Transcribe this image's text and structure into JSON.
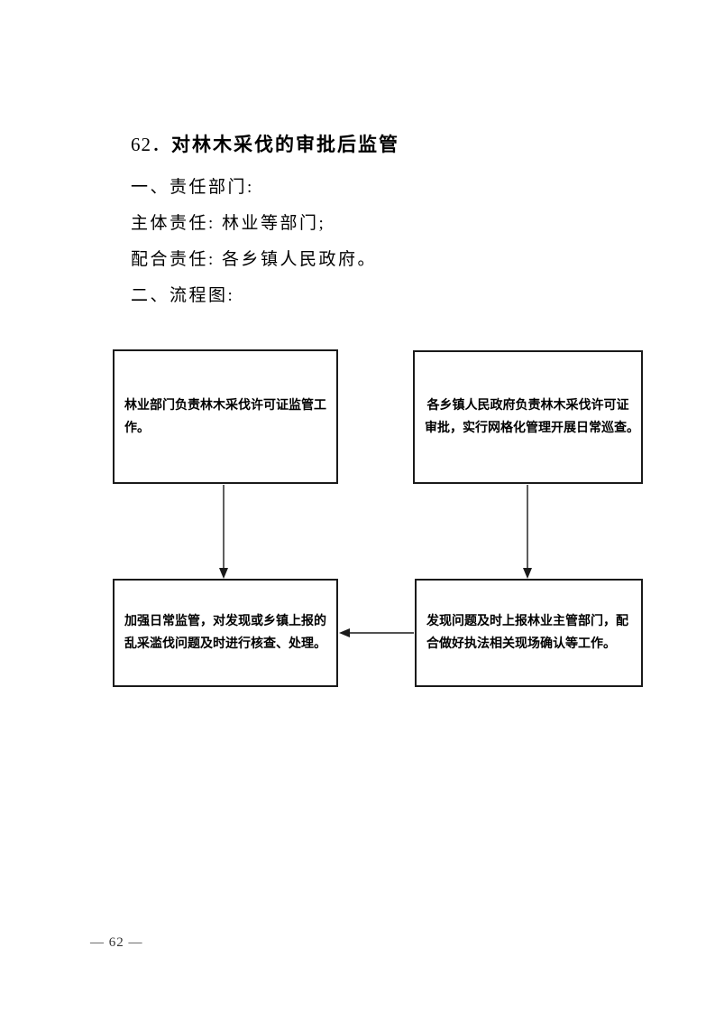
{
  "page": {
    "heading": {
      "number": "62．",
      "title": "对林木采伐的审批后监管"
    },
    "body_lines": [
      "一、责任部门:",
      "主体责任: 林业等部门;",
      "配合责任: 各乡镇人民政府。",
      "二、流程图:"
    ],
    "page_number": "— 62 —"
  },
  "flowchart": {
    "boxes": [
      {
        "name": "forestry-dept-duty",
        "text": "林业部门负责林木采伐许可证监管工作。",
        "lines": [
          "林业部门负责林木采伐许可证监管工",
          "作。"
        ]
      },
      {
        "name": "township-gov-duty",
        "text": "各乡镇人民政府负责林木采伐许可证审批，实行网格化管理开展日常巡查。",
        "lines": [
          "各乡镇人民政府负责林木采伐许可证",
          "审批，实行网格化管理开展日常巡查。"
        ]
      },
      {
        "name": "daily-supervision",
        "text": "加强日常监管，对发现或乡镇上报的乱采滥伐问题及时进行核查、处理。",
        "lines": [
          "加强日常监管，对发现或乡镇上报的",
          "乱采滥伐问题及时进行核查、处理。"
        ]
      },
      {
        "name": "report-to-authority",
        "text": "发现问题及时上报林业主管部门，配合做好执法相关现场确认等工作。",
        "lines": [
          "发现问题及时上报林业主管部门，配",
          "合做好执法相关现场确认等工作。"
        ]
      }
    ],
    "arrows": [
      {
        "name": "arrow-forestry-to-supervision",
        "direction": "down"
      },
      {
        "name": "arrow-township-to-report",
        "direction": "down"
      },
      {
        "name": "arrow-report-to-supervision",
        "direction": "left"
      }
    ],
    "line_color": "#1a1a1a"
  }
}
